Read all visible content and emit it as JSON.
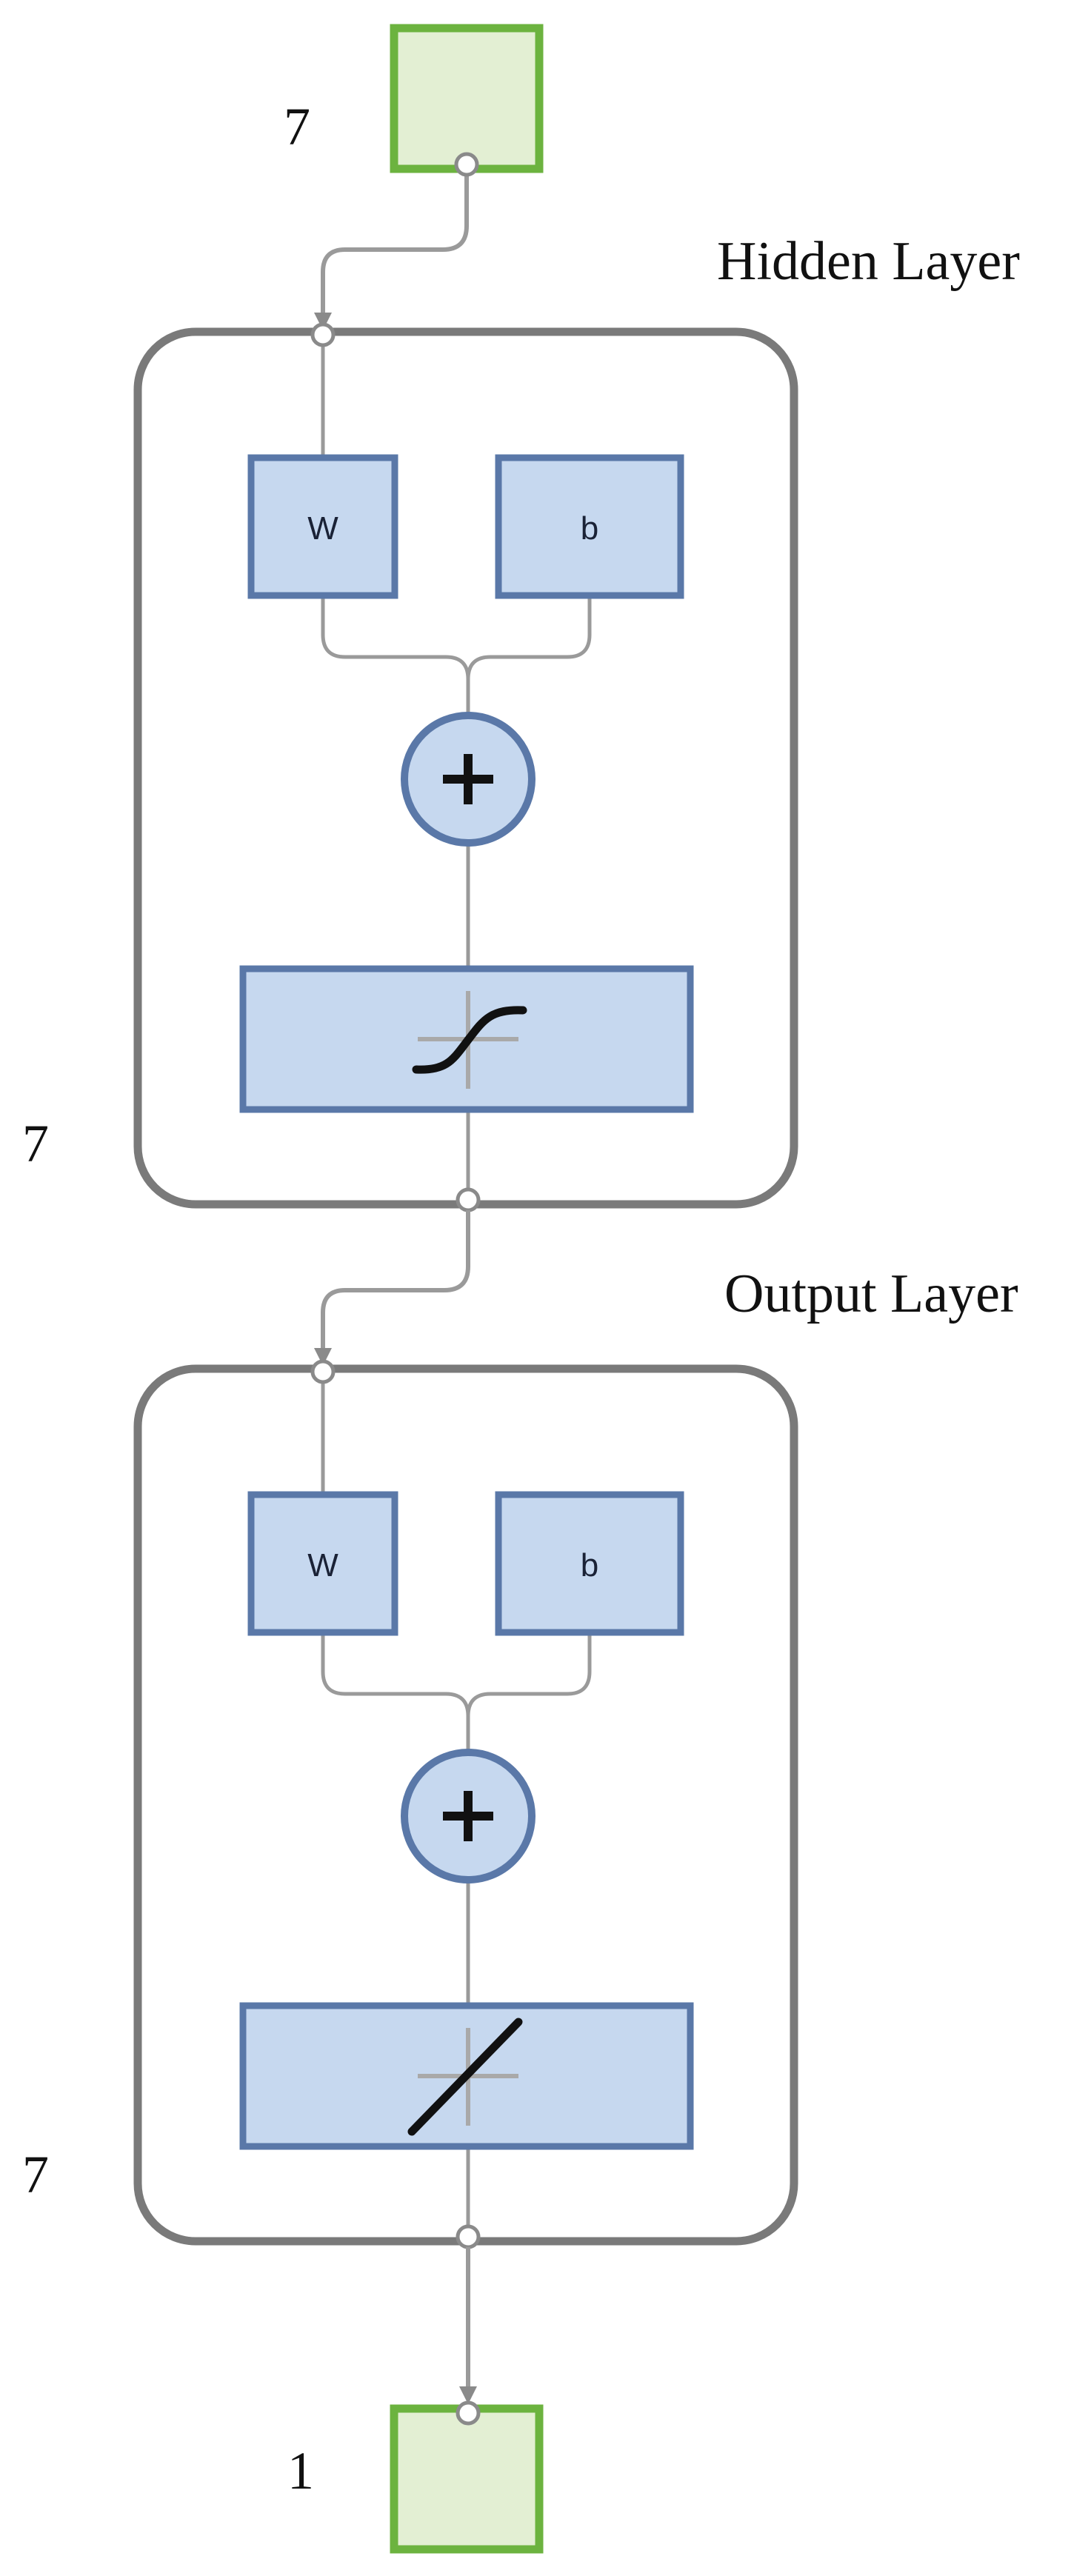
{
  "input": {
    "size_label": "7"
  },
  "layers": [
    {
      "title": "Hidden Layer",
      "weight_label": "W",
      "bias_label": "b",
      "transfer_icon": "tansig-sigmoid-icon",
      "output_size_label": "7"
    },
    {
      "title": "Output Layer",
      "weight_label": "W",
      "bias_label": "b",
      "transfer_icon": "purelin-linear-icon",
      "output_size_label": "7"
    }
  ],
  "output": {
    "size_label": "1"
  },
  "colors": {
    "io_box_border": "#6cb33f",
    "io_box_fill": "#e3efd3",
    "layer_border": "#7a7a7a",
    "block_border": "#5a78a8",
    "block_fill": "#c6d8ef",
    "wire": "#9a9a9a",
    "transfer_curve": "#111111"
  }
}
